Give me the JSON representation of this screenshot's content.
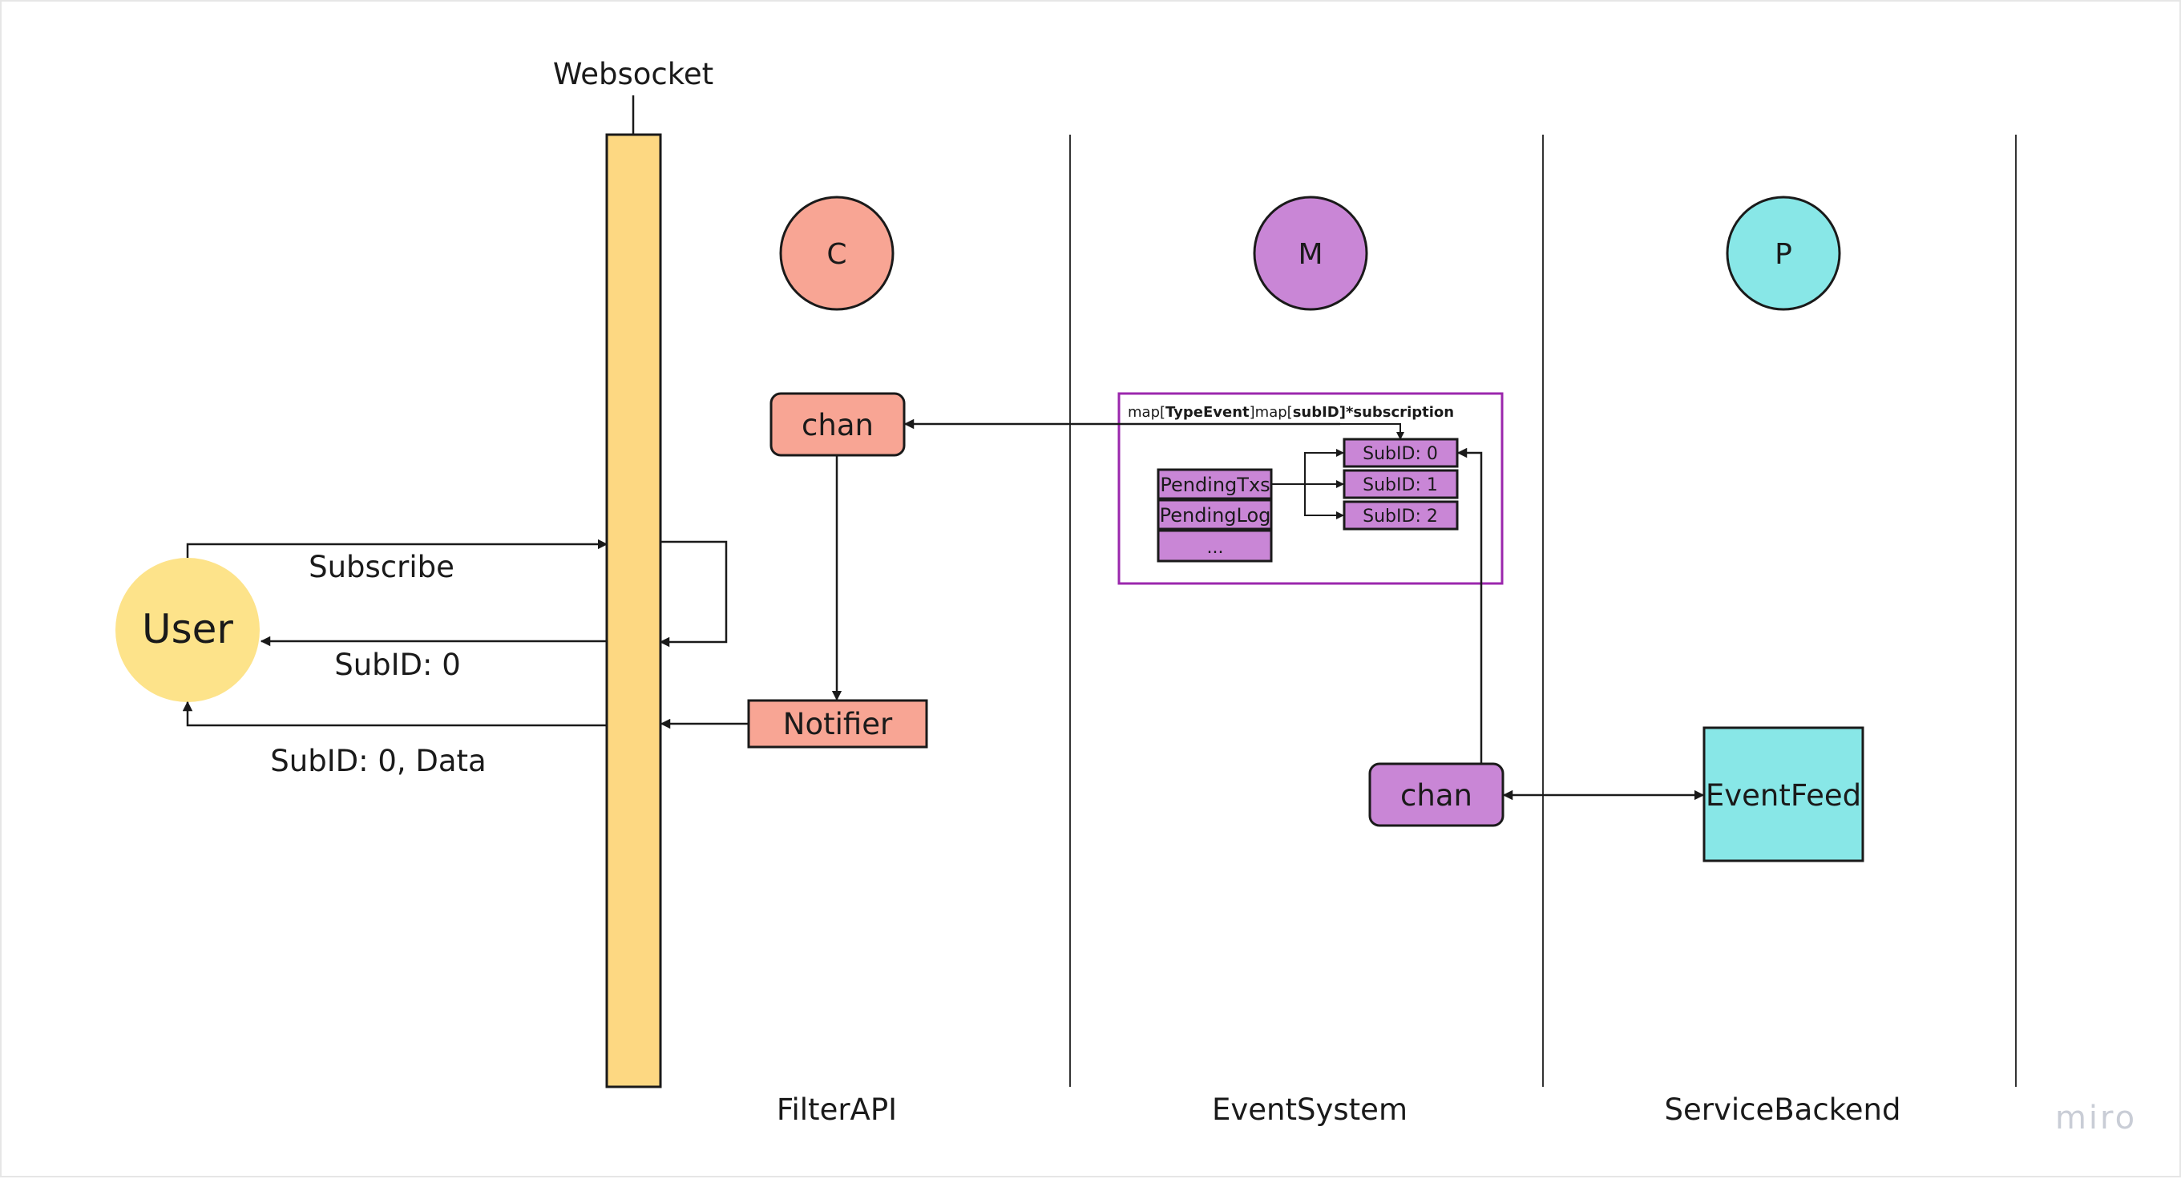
{
  "websocket": {
    "label": "Websocket"
  },
  "user": {
    "label": "User"
  },
  "messages": {
    "subscribe": "Subscribe",
    "subid_reply": "SubID: 0",
    "data_reply": "SubID: 0, Data"
  },
  "lanes": {
    "filter_api": {
      "title": "FilterAPI",
      "badge": "C",
      "chan_label": "chan",
      "notifier_label": "Notifier"
    },
    "event_system": {
      "title": "EventSystem",
      "badge": "M",
      "map": {
        "prefix1": "map[",
        "type_event": "TypeEvent",
        "mid": "]map[",
        "sub_id": "subID",
        "suffix": "]*subscription"
      },
      "types": [
        "PendingTxs",
        "PendingLog",
        "..."
      ],
      "subs": [
        "SubID: 0",
        "SubID: 1",
        "SubID: 2"
      ],
      "chan_label": "chan"
    },
    "service_backend": {
      "title": "ServiceBackend",
      "badge": "P",
      "feed_label": "EventFeed"
    }
  },
  "watermark": "miro",
  "colors": {
    "websocket_bar": "#fdd882",
    "user": "#fde38a",
    "filter": "#f8a594",
    "event": "#c986d6",
    "map_border": "#9b27ad",
    "backend": "#88e7e7"
  }
}
